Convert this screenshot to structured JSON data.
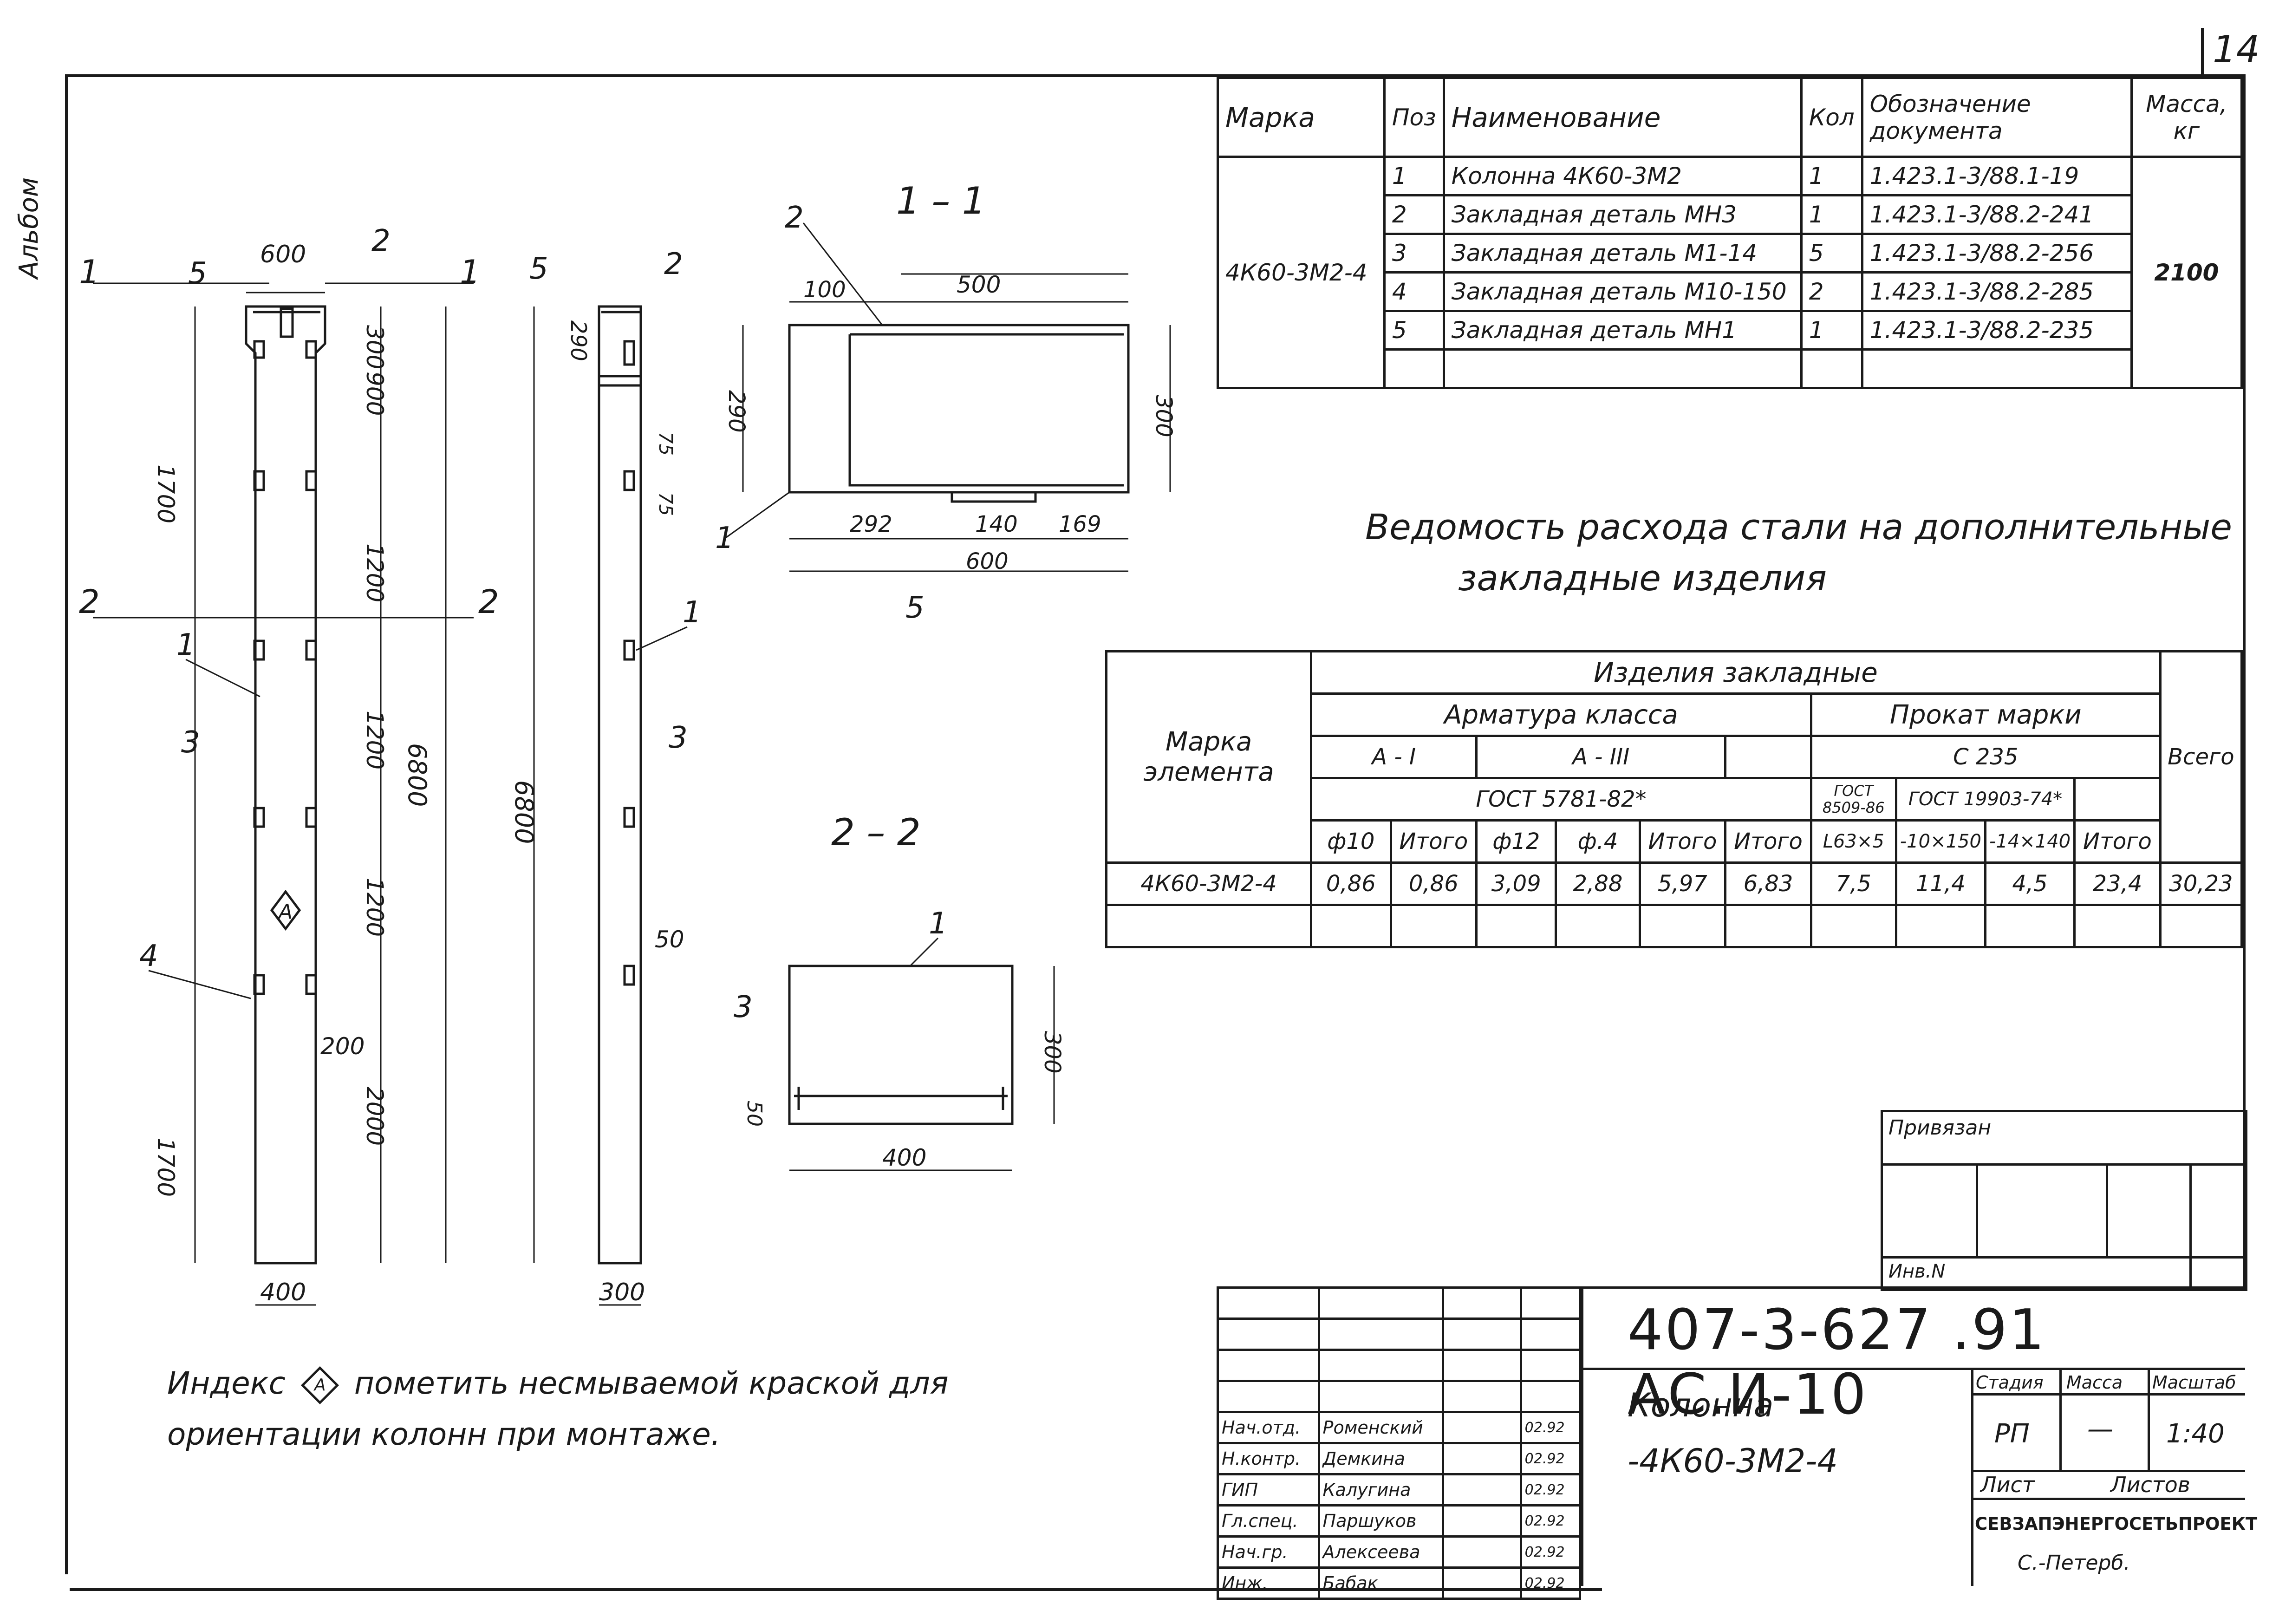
{
  "sheet_number": "14",
  "album_label": "Альбом",
  "drawing": {
    "section_markers": {
      "s1_left": "1",
      "s1_right": "1",
      "s2_left": "2",
      "s2_right": "2"
    },
    "front_view": {
      "width_top": "600",
      "width_bottom": "400",
      "label_top_left": "5",
      "label_top_right": "2",
      "dim_left_top": "1700",
      "dim_left_bottom": "1700",
      "dim_right": [
        "300",
        "900",
        "1200",
        "1200",
        "1200",
        "2000"
      ],
      "dim_200": "200",
      "overall": "6800",
      "pos_labels": [
        "1",
        "3",
        "4"
      ],
      "index_mark": "A"
    },
    "side_view": {
      "label_5": "5",
      "label_2": "2",
      "dim_290": "290",
      "dim_75a": "75",
      "dim_75b": "75",
      "overall": "6800",
      "dim_50": "50",
      "width_bottom": "300",
      "pos_1": "1",
      "pos_3": "3"
    },
    "section_1_1": {
      "title": "1 – 1",
      "label_2": "2",
      "dim_100": "100",
      "dim_500": "500",
      "dim_290": "290",
      "dim_300": "300",
      "dim_292": "292",
      "dim_140": "140",
      "dim_169": "169",
      "dim_600": "600",
      "pos_1": "1",
      "pos_5": "5"
    },
    "section_2_2": {
      "title": "2 – 2",
      "pos_1": "1",
      "pos_3": "3",
      "dim_50": "50",
      "dim_300": "300",
      "dim_400": "400"
    }
  },
  "spec_table": {
    "headers": {
      "mark": "Марка",
      "pos": "Поз",
      "name": "Наименование",
      "qty": "Кол",
      "doc": "Обозначение документа",
      "mass": "Масса, кг"
    },
    "mark": "4К60-3М2-4",
    "mass": "2100",
    "rows": [
      {
        "pos": "1",
        "name": "Колонна 4К60-3М2",
        "qty": "1",
        "doc": "1.423.1-3/88.1-19"
      },
      {
        "pos": "2",
        "name": "Закладная деталь МН3",
        "qty": "1",
        "doc": "1.423.1-3/88.2-241"
      },
      {
        "pos": "3",
        "name": "Закладная деталь М1-14",
        "qty": "5",
        "doc": "1.423.1-3/88.2-256"
      },
      {
        "pos": "4",
        "name": "Закладная деталь М10-150",
        "qty": "2",
        "doc": "1.423.1-3/88.2-285"
      },
      {
        "pos": "5",
        "name": "Закладная деталь МН1",
        "qty": "1",
        "doc": "1.423.1-3/88.2-235"
      }
    ]
  },
  "steel_title": {
    "line1": "Ведомость расхода стали на дополнительные",
    "line2": "закладные изделия"
  },
  "steel_table": {
    "h_mark": "Марка элемента",
    "h_items": "Изделия закладные",
    "h_rebar": "Арматура класса",
    "h_rolled": "Прокат марки",
    "h_total": "Всего",
    "h_a1": "А - I",
    "h_a3": "А - III",
    "h_c235": "С 235",
    "h_gost5781": "ГОСТ 5781-82*",
    "h_gost8509": "ГОСТ 8509-86",
    "h_gost19903": "ГОСТ 19903-74*",
    "cols": [
      "ф10",
      "Итого",
      "ф12",
      "ф.4",
      "Итого",
      "Итого",
      "L63×5",
      "-10×150",
      "-14×140",
      "Итого"
    ],
    "row": {
      "mark": "4К60-3М2-4",
      "values": [
        "0,86",
        "0,86",
        "3,09",
        "2,88",
        "5,97",
        "6,83",
        "7,5",
        "11,4",
        "4,5",
        "23,4"
      ],
      "total": "30,23"
    }
  },
  "note": {
    "text1": "Индекс",
    "mark": "А",
    "text2": "пометить несмываемой краской для",
    "line2": "ориентации колонн при монтаже."
  },
  "title_block": {
    "bound_label": "Привязан",
    "inv_label": "Инв.N",
    "code": "407-3-627 .91 АС.И-10",
    "name_line1": "Колонна",
    "name_line2": "-4К60-3М2-4",
    "stage_h": "Стадия",
    "mass_h": "Масса",
    "scale_h": "Масштаб",
    "stage": "РП",
    "mass": "—",
    "scale": "1:40",
    "sheet_h": "Лист",
    "sheets_h": "Листов",
    "org": "СЕВЗАПЭНЕРГОСЕТЬПРОЕКТ",
    "org_city": "С.-Петерб.",
    "staff": [
      {
        "role": "Нач.отд.",
        "name": "Роменский",
        "date": "02.92"
      },
      {
        "role": "Н.контр.",
        "name": "Демкина",
        "date": "02.92"
      },
      {
        "role": "ГИП",
        "name": "Калугина",
        "date": "02.92"
      },
      {
        "role": "Гл.спец.",
        "name": "Паршуков",
        "date": "02.92"
      },
      {
        "role": "Нач.гр.",
        "name": "Алексеева",
        "date": "02.92"
      },
      {
        "role": "Инж.",
        "name": "Бабак",
        "date": "02.92"
      }
    ]
  }
}
